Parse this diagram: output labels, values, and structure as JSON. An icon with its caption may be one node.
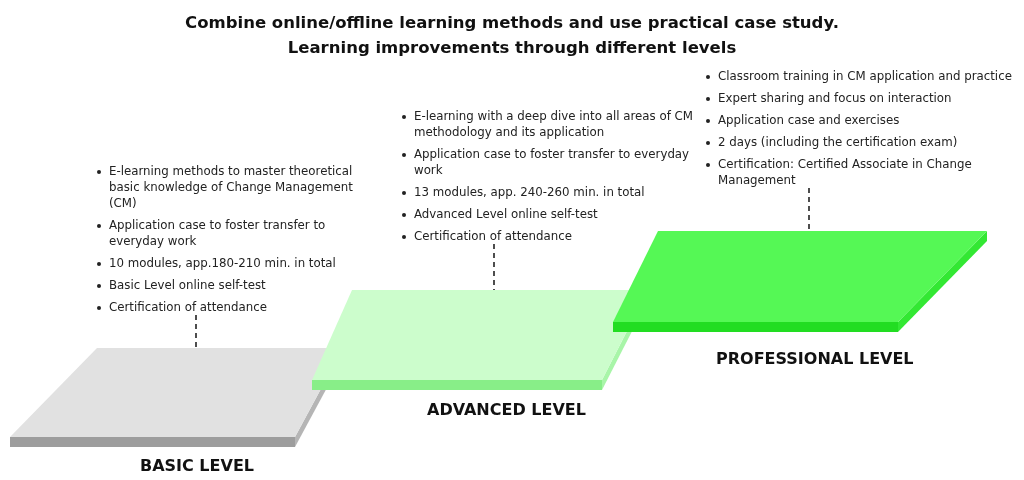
{
  "diagram": {
    "title": "Combine online/offline learning methods and use practical case study. Learning improvements through different levels",
    "nodes": [
      {
        "text": [
          "E-learning methods to master theoretical basic knowledge of Change Management (CM)",
          "Application case to foster transfer to everyday work",
          "10 modules, app.180-210 min. in total",
          "Basic Level online self-test",
          "Certification of attendance"
        ]
      },
      {
        "text": [
          "BASIC LEVEL"
        ]
      },
      {
        "text": [
          "E-learning with a deep dive into all areas of CM methodology and its application",
          "Application case to foster transfer to everyday work",
          "13 modules, app. 240-260 min. in total",
          "Advanced Level online self-test",
          "Certification of attendance"
        ]
      },
      {
        "text": [
          "ADVANCED LEVEL"
        ]
      },
      {
        "text": [
          "Classroom training in CM application and practice",
          "Expert sharing and focus on interaction",
          "Application case and exercises",
          "2 days (including the certification exam)",
          "Certification: Certified Associate in Change Management"
        ]
      },
      {
        "text": [
          "PROFESSIONAL LEVEL"
        ]
      }
    ],
    "edges": [
      {
        "from": 0,
        "to": 1,
        "arrow": "none",
        "style": "dashed"
      },
      {
        "from": 2,
        "to": 3,
        "arrow": "none",
        "style": "dashed"
      },
      {
        "from": 4,
        "to": 5,
        "arrow": "none",
        "style": "dashed"
      }
    ]
  }
}
